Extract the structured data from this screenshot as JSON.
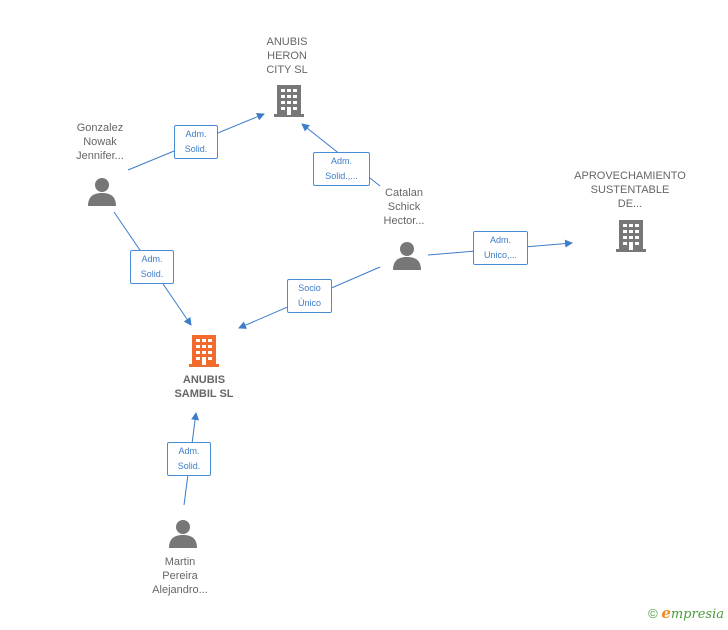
{
  "colors": {
    "edge": "#3d7cc9",
    "person": "#777777",
    "company": "#777777",
    "company_focus": "#f26b2c"
  },
  "nodes": {
    "anubis_heron": {
      "label": "ANUBIS\nHERON\nCITY  SL",
      "type": "company",
      "icon": "building-icon"
    },
    "anubis_sambil": {
      "label": "ANUBIS\nSAMBIL  SL",
      "type": "company-focus",
      "icon": "building-icon"
    },
    "aprovechamiento": {
      "label": "APROVECHAMIENTO\nSUSTENTABLE\nDE...",
      "type": "company",
      "icon": "building-icon"
    },
    "gonzalez": {
      "label": "Gonzalez\nNowak\nJennifer...",
      "type": "person",
      "icon": "person-icon"
    },
    "catalan": {
      "label": "Catalan\nSchick\nHector...",
      "type": "person",
      "icon": "person-icon"
    },
    "martin": {
      "label": "Martin\nPereira\nAlejandro...",
      "type": "person",
      "icon": "person-icon"
    }
  },
  "edges": {
    "gonzalez_heron": "Adm.\nSolid.",
    "catalan_heron": "Adm.\nSolid.,...",
    "catalan_aprov": "Adm.\nUnico,...",
    "gonzalez_sambil": "Adm.\nSolid.",
    "catalan_sambil": "Socio\nÚnico",
    "martin_sambil": "Adm.\nSolid."
  },
  "footer": {
    "copyright": "©",
    "brand_first": "e",
    "brand_rest": "mpresia"
  }
}
